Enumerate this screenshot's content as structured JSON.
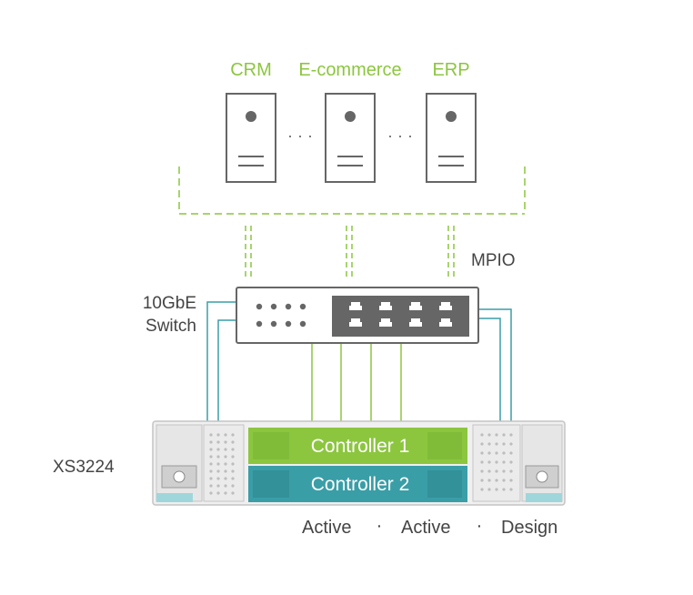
{
  "servers": [
    {
      "label": "CRM"
    },
    {
      "label": "E-commerce"
    },
    {
      "label": "ERP"
    }
  ],
  "ellipsis": "· · ·",
  "mpio_label": "MPIO",
  "switch": {
    "label_line1": "10GbE",
    "label_line2": "Switch"
  },
  "nas": {
    "model": "XS3224",
    "controller1": "Controller 1",
    "controller2": "Controller 2"
  },
  "footer": {
    "item1": "Active",
    "item2": "Active",
    "item3": "Design",
    "separator": "·"
  },
  "colors": {
    "accent_green": "#8cc63f",
    "teal": "#3a9ea7",
    "gray_line": "#666666",
    "text_gray": "#444444"
  },
  "icons": [
    "server-icon",
    "network-switch-icon",
    "ethernet-port-icon",
    "power-supply-icon",
    "storage-chassis-icon"
  ]
}
